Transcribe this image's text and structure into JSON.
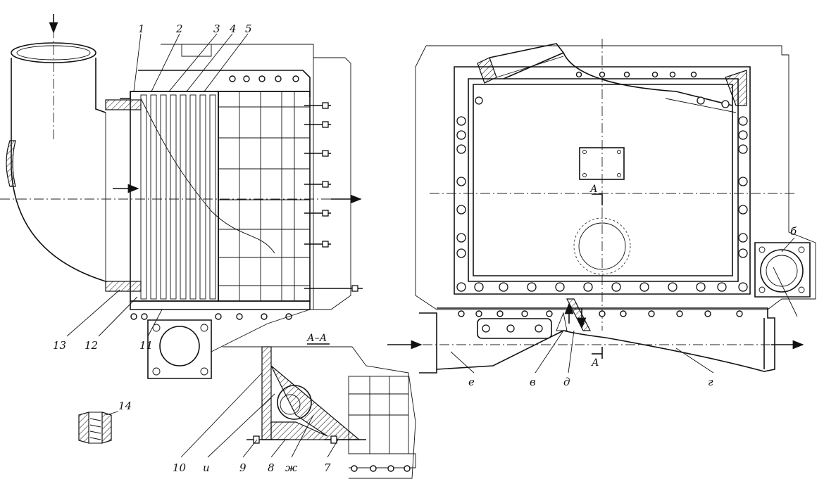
{
  "leaders": {
    "n1": "1",
    "n2": "2",
    "n3": "3",
    "n4": "4",
    "n5": "5",
    "n7": "7",
    "n8": "8",
    "n9": "9",
    "n10": "10",
    "n11": "11",
    "n12": "12",
    "n13": "13",
    "n14": "14"
  },
  "letters": {
    "b": "б",
    "v": "в",
    "g": "г",
    "d": "д",
    "e": "е",
    "zh": "ж",
    "i": "и"
  },
  "section": {
    "label": "А–А",
    "mark_top": "А",
    "mark_bottom": "А"
  }
}
